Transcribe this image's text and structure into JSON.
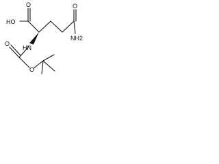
{
  "molecule": {
    "labels": {
      "hydroxyl": "HO",
      "amine_nh": "HN",
      "amide": "NH2",
      "ketone_o": "O",
      "carbamate_o_top": "O",
      "carbamate_o_bottom": "O"
    },
    "colors": {
      "ink": "#111111",
      "background": "#ffffff"
    }
  }
}
